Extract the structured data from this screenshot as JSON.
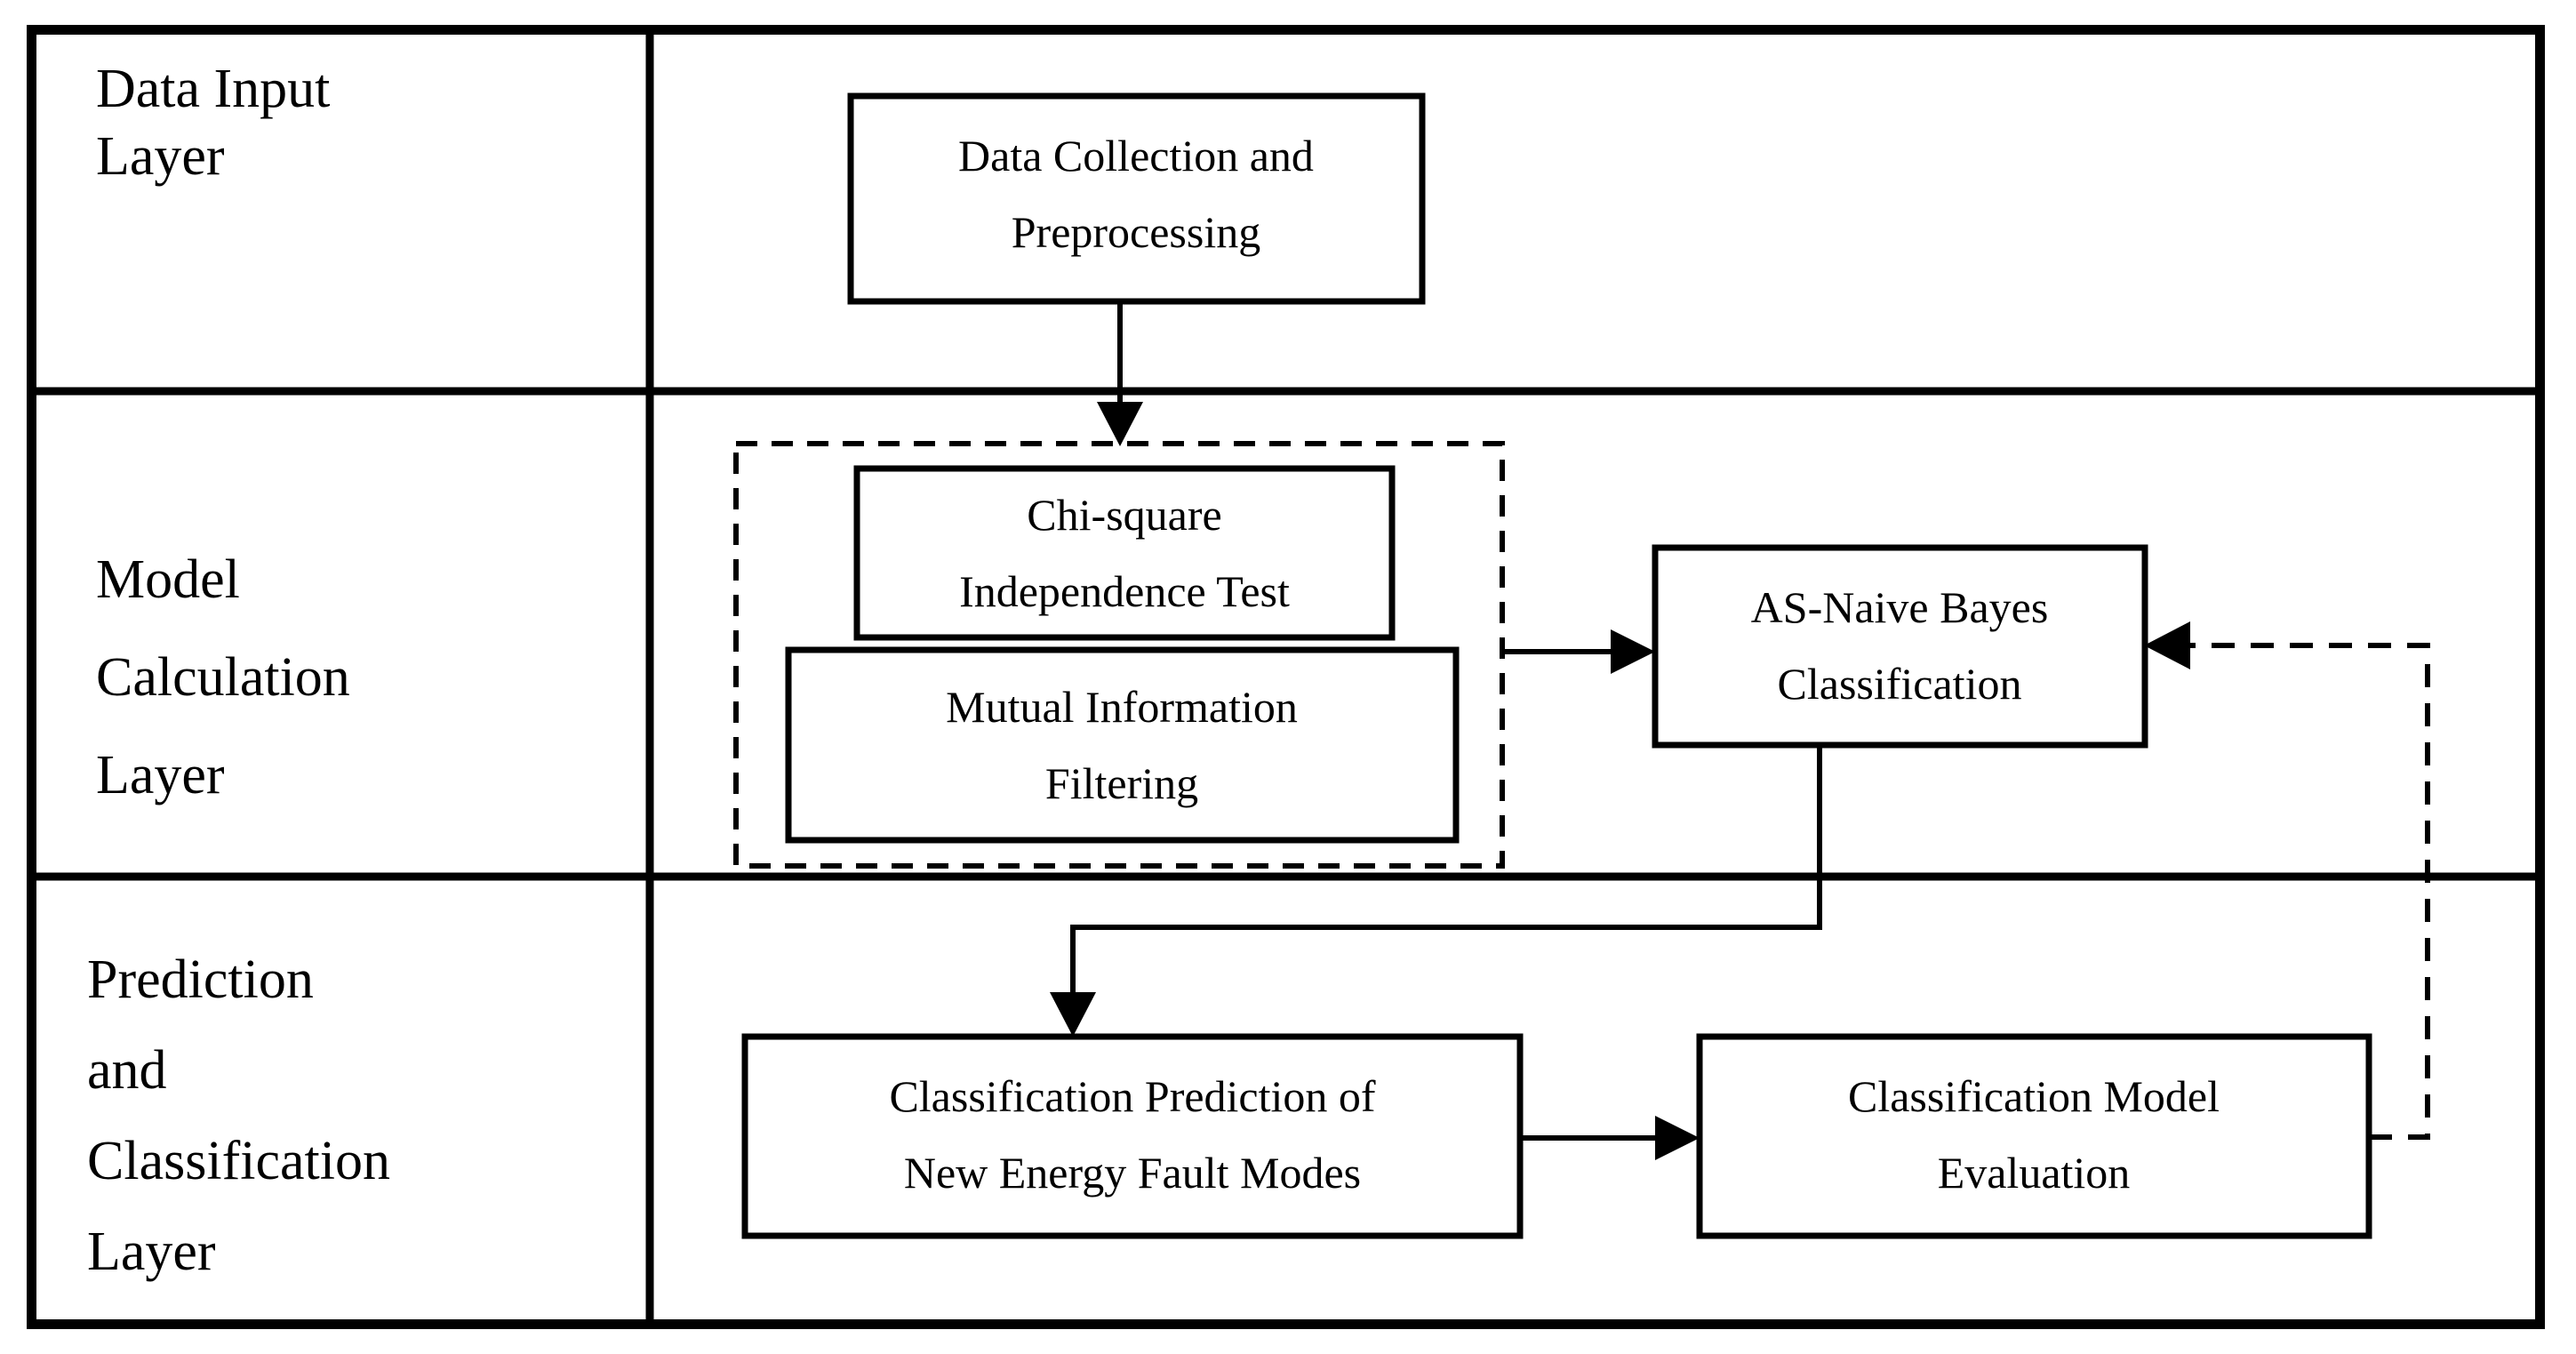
{
  "diagram": {
    "title": "Three-layer architecture flowchart",
    "colors": {
      "stroke": "#000000",
      "background": "#ffffff"
    },
    "layers": [
      {
        "id": "data-input-layer",
        "label_lines": [
          "Data Input",
          "Layer"
        ]
      },
      {
        "id": "model-calculation-layer",
        "label_lines": [
          "Model",
          "Calculation",
          "Layer"
        ]
      },
      {
        "id": "prediction-classification-layer",
        "label_lines": [
          "Prediction",
          "and",
          "Classification",
          "Layer"
        ]
      }
    ],
    "nodes": [
      {
        "id": "data-collection-and-preprocessing",
        "lines": [
          "Data Collection and",
          "Preprocessing"
        ],
        "style": "solid"
      },
      {
        "id": "chi-square-independence-test",
        "lines": [
          "Chi-square",
          "Independence Test"
        ],
        "style": "solid"
      },
      {
        "id": "mutual-information-filtering",
        "lines": [
          "Mutual Information",
          "Filtering"
        ],
        "style": "solid"
      },
      {
        "id": "feature-selection-group",
        "lines": [],
        "style": "dashed"
      },
      {
        "id": "as-naive-bayes-classification",
        "lines": [
          "AS-Naive Bayes",
          "Classification"
        ],
        "style": "solid"
      },
      {
        "id": "classification-prediction-of-new-energy-fault-modes",
        "lines": [
          "Classification Prediction of",
          "New Energy Fault Modes"
        ],
        "style": "solid"
      },
      {
        "id": "classification-model-evaluation",
        "lines": [
          "Classification Model",
          "Evaluation"
        ],
        "style": "solid"
      }
    ],
    "edges": [
      {
        "id": "edge-collection-to-features",
        "from": "data-collection-and-preprocessing",
        "to": "feature-selection-group",
        "style": "solid",
        "arrow": "down"
      },
      {
        "id": "edge-features-to-naive-bayes",
        "from": "feature-selection-group",
        "to": "as-naive-bayes-classification",
        "style": "solid",
        "arrow": "right"
      },
      {
        "id": "edge-naive-bayes-to-prediction",
        "from": "as-naive-bayes-classification",
        "to": "classification-prediction-of-new-energy-fault-modes",
        "style": "solid",
        "arrow": "down"
      },
      {
        "id": "edge-prediction-to-evaluation",
        "from": "classification-prediction-of-new-energy-fault-modes",
        "to": "classification-model-evaluation",
        "style": "solid",
        "arrow": "right"
      },
      {
        "id": "edge-evaluation-feedback-to-naive-bayes",
        "from": "classification-model-evaluation",
        "to": "as-naive-bayes-classification",
        "style": "dashed",
        "arrow": "left"
      }
    ]
  }
}
